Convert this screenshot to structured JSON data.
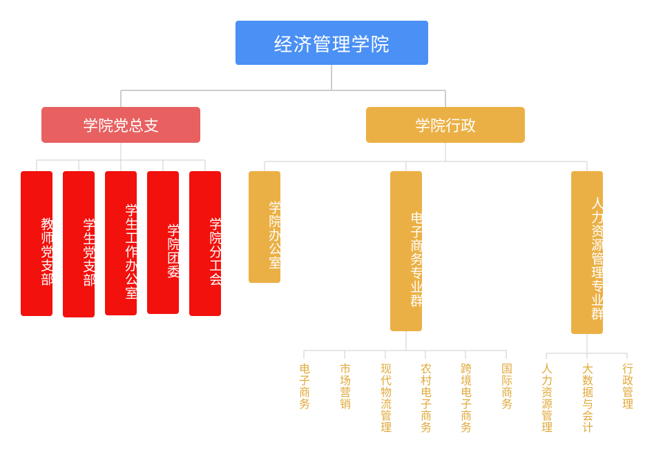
{
  "root": {
    "label": "经济管理学院"
  },
  "branches": {
    "party": {
      "label": "学院党总支",
      "children": [
        "教师党支部",
        "学生党支部",
        "学生工作办公室",
        "学院团委",
        "学院分工会"
      ]
    },
    "admin": {
      "label": "学院行政",
      "office": "学院办公室",
      "ecommerce": {
        "label": "电子商务专业群",
        "majors": [
          "电子商务",
          "市场营销",
          "现代物流管理",
          "农村电子商务",
          "跨境电子商务",
          "国际商务"
        ]
      },
      "hr": {
        "label": "人力资源管理专业群",
        "majors": [
          "人力资源管理",
          "大数据与会计",
          "行政管理"
        ]
      }
    }
  },
  "colors": {
    "root": "#4a90f5",
    "party_head": "#e86060",
    "party_units": "#f2110d",
    "admin": "#ebb045",
    "leaf_text": "#e0a838",
    "connector": "#cccccc"
  }
}
